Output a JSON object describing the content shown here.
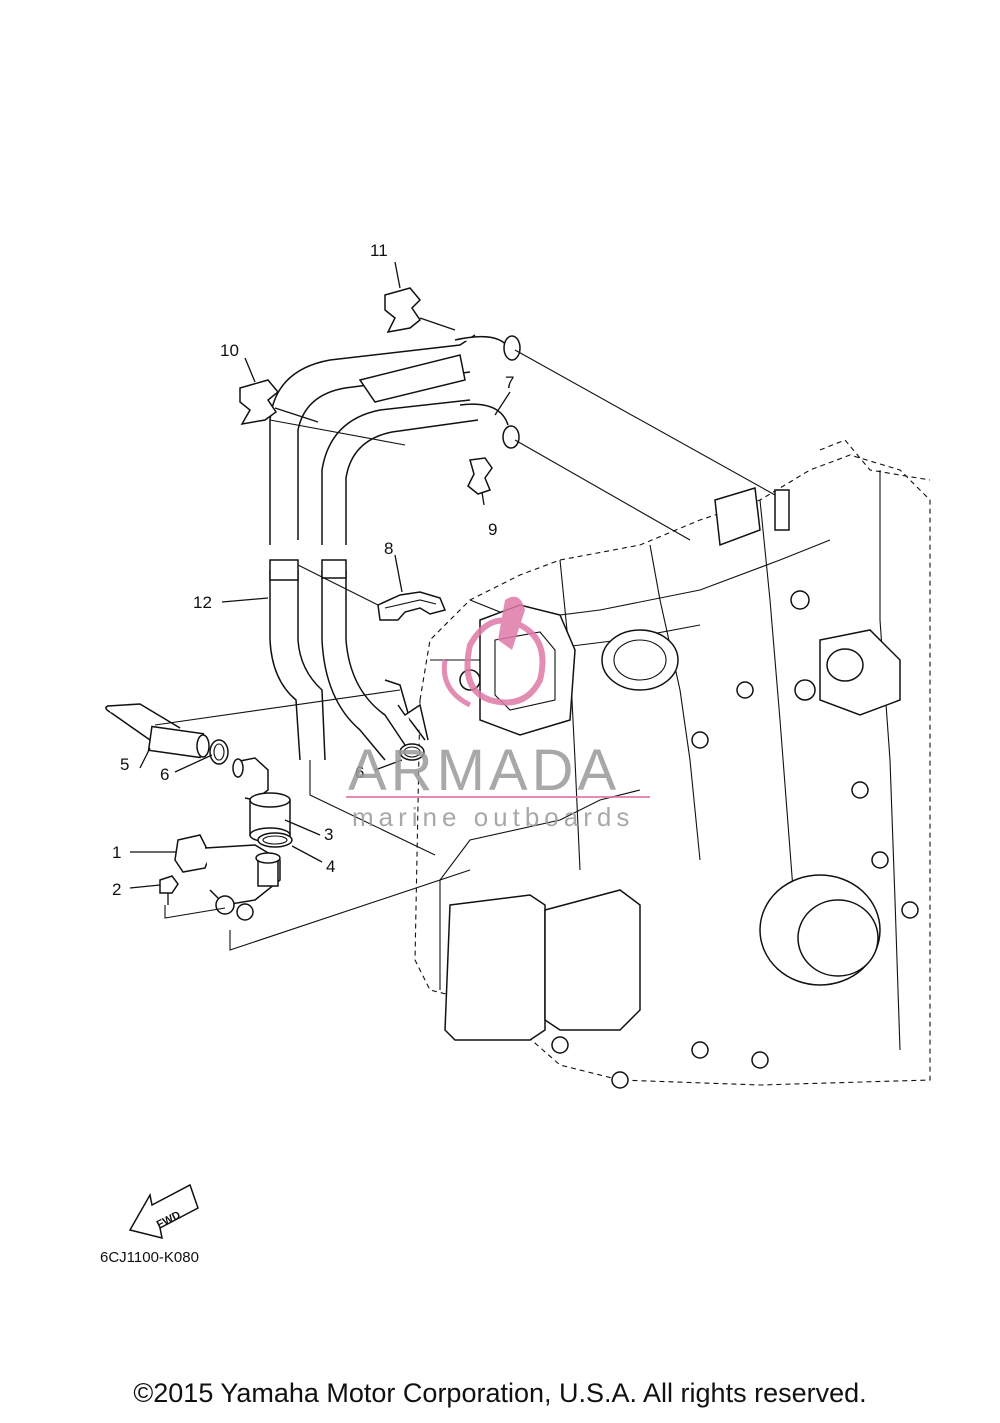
{
  "diagram": {
    "callouts": [
      {
        "id": "1",
        "label": "1"
      },
      {
        "id": "2",
        "label": "2"
      },
      {
        "id": "3",
        "label": "3"
      },
      {
        "id": "4",
        "label": "4"
      },
      {
        "id": "5",
        "label": "5"
      },
      {
        "id": "6a",
        "label": "6"
      },
      {
        "id": "6b",
        "label": "6"
      },
      {
        "id": "7",
        "label": "7"
      },
      {
        "id": "8",
        "label": "8"
      },
      {
        "id": "9",
        "label": "9"
      },
      {
        "id": "10",
        "label": "10"
      },
      {
        "id": "11",
        "label": "11"
      },
      {
        "id": "12",
        "label": "12"
      }
    ],
    "fwd_label": "FWD",
    "drawing_code": "6CJ1100-K080"
  },
  "watermark": {
    "brand": "ARMADA",
    "tagline": "marine outboards",
    "accent_color": "#e07aa8",
    "text_color": "#9a9a9a"
  },
  "footer": {
    "copyright": "©2015 Yamaha Motor Corporation, U.S.A. All rights reserved."
  }
}
